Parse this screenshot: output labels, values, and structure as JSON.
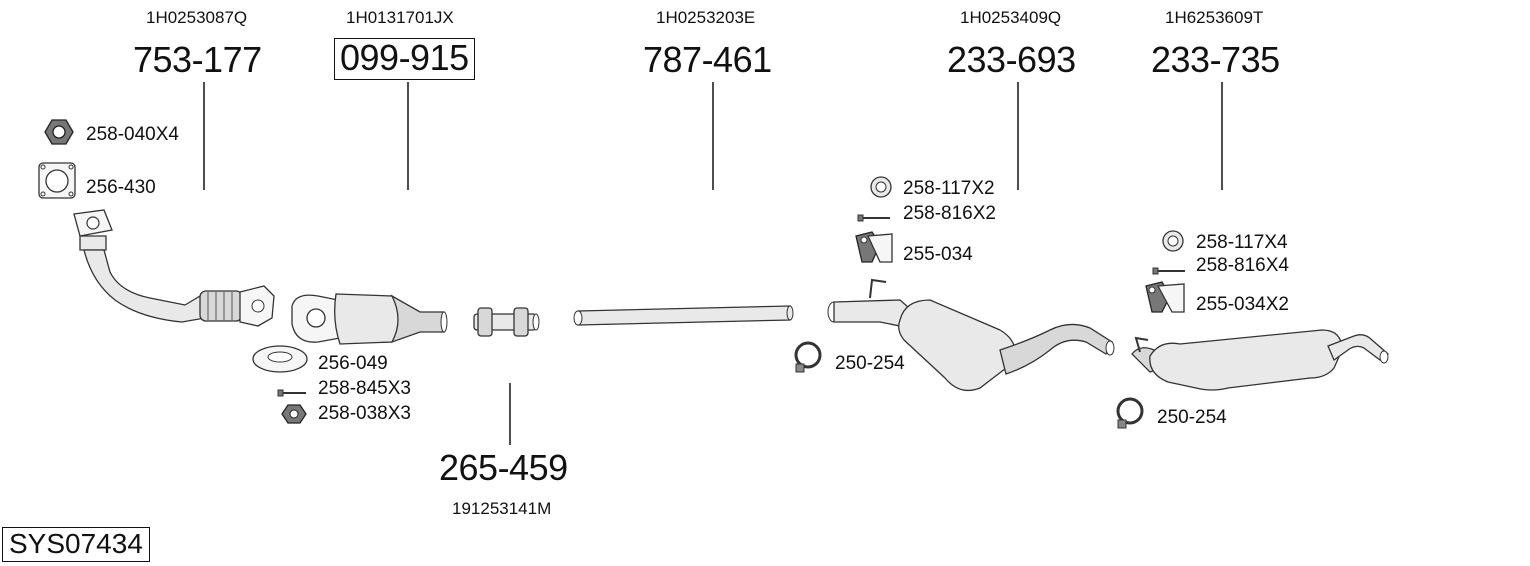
{
  "system_code": "SYS07434",
  "parts": [
    {
      "oem": "1H0253087Q",
      "number": "753-177"
    },
    {
      "oem": "1H0131701JX",
      "number": "099-915"
    },
    {
      "oem": "1H0253203E",
      "number": "787-461"
    },
    {
      "oem": "1H0253409Q",
      "number": "233-693"
    },
    {
      "oem": "1H6253609T",
      "number": "233-735"
    },
    {
      "oem": "191253141M",
      "number": "265-459"
    }
  ],
  "accessories": [
    "258-040X4",
    "256-430",
    "256-049",
    "258-845X3",
    "258-038X3",
    "258-117X2",
    "258-816X2",
    "255-034",
    "250-254",
    "258-117X4",
    "258-816X4",
    "255-034X2",
    "250-254"
  ]
}
